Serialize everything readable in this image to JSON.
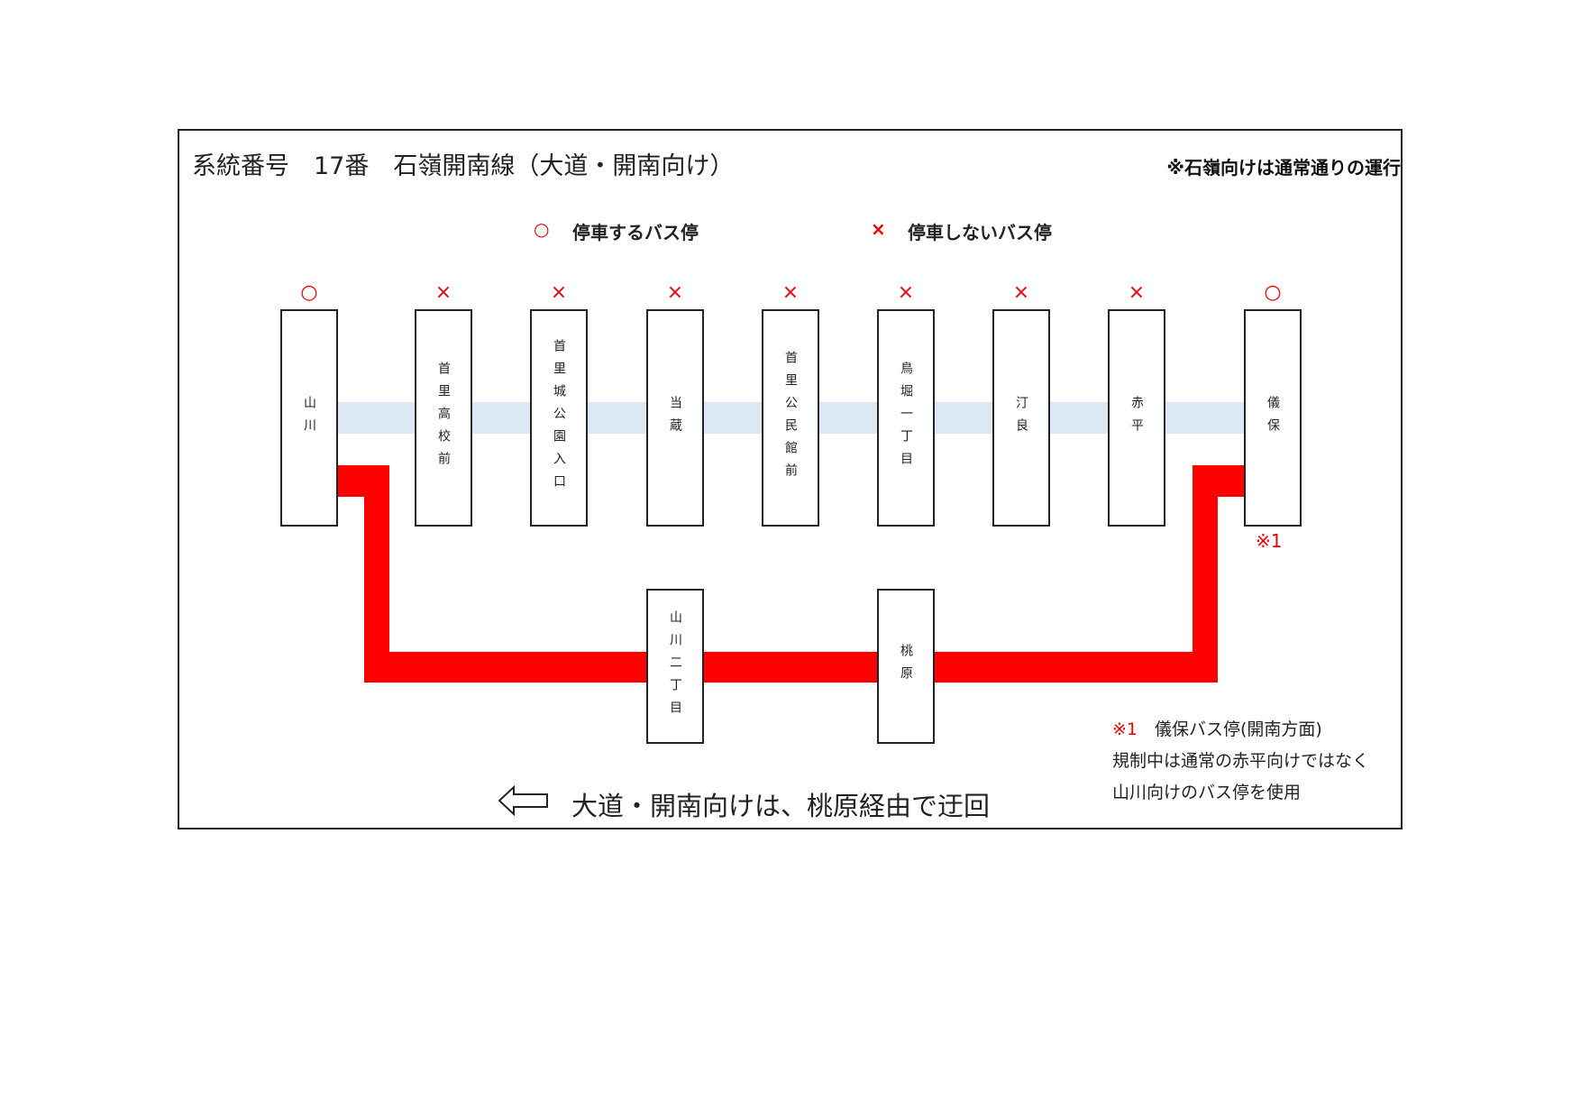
{
  "title": "系統番号　17番　石嶺開南線（大道・開南向け）",
  "note_top": "※石嶺向けは通常通りの運行",
  "legend": {
    "stop_symbol": "○",
    "stop_label": "停車するバス停",
    "skip_symbol": "×",
    "skip_label": "停車しないバス停"
  },
  "upper_stops": [
    {
      "name": "山川",
      "mark": "○"
    },
    {
      "name": "首里高校前",
      "mark": "×"
    },
    {
      "name": "首里城公園入口",
      "mark": "×"
    },
    {
      "name": "当蔵",
      "mark": "×"
    },
    {
      "name": "首里公民館前",
      "mark": "×"
    },
    {
      "name": "鳥堀一丁目",
      "mark": "×"
    },
    {
      "name": "汀良",
      "mark": "×"
    },
    {
      "name": "赤平",
      "mark": "×"
    },
    {
      "name": "儀保",
      "mark": "○"
    }
  ],
  "lower_stops": [
    {
      "name": "山川二丁目"
    },
    {
      "name": "桃原"
    }
  ],
  "footnote_marker": "※1",
  "notes": {
    "marker": "※1",
    "line1": "　儀保バス停(開南方面)",
    "line2": "規制中は通常の赤平向けではなく",
    "line3": "山川向けのバス停を使用"
  },
  "detour_text": "大道・開南向けは、桃原経由で迂回",
  "colors": {
    "route": "#ff0000",
    "normal_route": "#dce9f5",
    "mark": "#e00000"
  }
}
